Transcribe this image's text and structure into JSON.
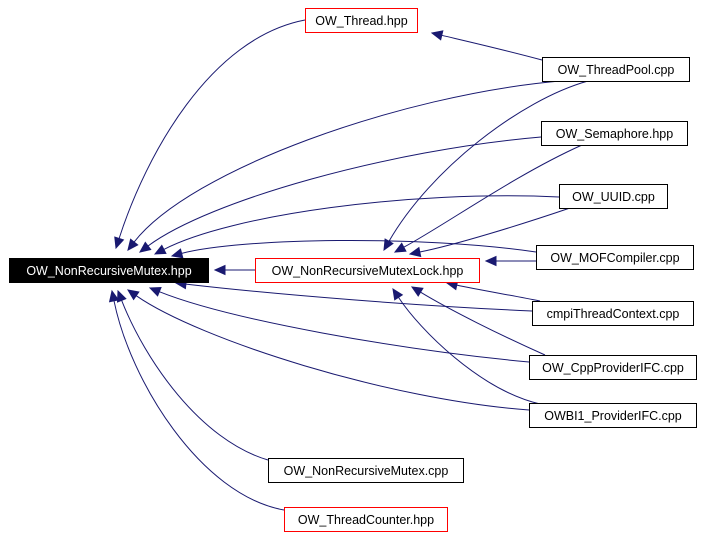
{
  "colors": {
    "edge": "#191970",
    "border_default": "#000000",
    "border_missing": "#ff0000",
    "fill_focus": "#000000",
    "text_focus": "#ffffff",
    "text_default": "#000000"
  },
  "nodes": [
    {
      "id": "nrm_hpp",
      "label": "OW_NonRecursiveMutex.hpp",
      "style": "focus"
    },
    {
      "id": "thread_hpp",
      "label": "OW_Thread.hpp",
      "style": "missing"
    },
    {
      "id": "nrmlock_hpp",
      "label": "OW_NonRecursiveMutexLock.hpp",
      "style": "missing"
    },
    {
      "id": "threadpool_cpp",
      "label": "OW_ThreadPool.cpp",
      "style": "default"
    },
    {
      "id": "semaphore_hpp",
      "label": "OW_Semaphore.hpp",
      "style": "default"
    },
    {
      "id": "uuid_cpp",
      "label": "OW_UUID.cpp",
      "style": "default"
    },
    {
      "id": "mofcompiler_cpp",
      "label": "OW_MOFCompiler.cpp",
      "style": "default"
    },
    {
      "id": "cmpithreadcontext_cpp",
      "label": "cmpiThreadContext.cpp",
      "style": "default"
    },
    {
      "id": "cppprovider_cpp",
      "label": "OW_CppProviderIFC.cpp",
      "style": "default"
    },
    {
      "id": "owbi1provider_cpp",
      "label": "OWBI1_ProviderIFC.cpp",
      "style": "default"
    },
    {
      "id": "nrm_cpp",
      "label": "OW_NonRecursiveMutex.cpp",
      "style": "default"
    },
    {
      "id": "threadcounter_hpp",
      "label": "OW_ThreadCounter.hpp",
      "style": "missing"
    }
  ],
  "edges": [
    {
      "from": "thread_hpp",
      "to": "nrm_hpp"
    },
    {
      "from": "threadpool_cpp",
      "to": "thread_hpp"
    },
    {
      "from": "threadpool_cpp",
      "to": "nrm_hpp"
    },
    {
      "from": "threadpool_cpp",
      "to": "nrmlock_hpp"
    },
    {
      "from": "semaphore_hpp",
      "to": "nrm_hpp"
    },
    {
      "from": "semaphore_hpp",
      "to": "nrmlock_hpp"
    },
    {
      "from": "uuid_cpp",
      "to": "nrm_hpp"
    },
    {
      "from": "uuid_cpp",
      "to": "nrmlock_hpp"
    },
    {
      "from": "mofcompiler_cpp",
      "to": "nrm_hpp"
    },
    {
      "from": "mofcompiler_cpp",
      "to": "nrmlock_hpp"
    },
    {
      "from": "nrmlock_hpp",
      "to": "nrm_hpp"
    },
    {
      "from": "cmpithreadcontext_cpp",
      "to": "nrm_hpp"
    },
    {
      "from": "cmpithreadcontext_cpp",
      "to": "nrmlock_hpp"
    },
    {
      "from": "cppprovider_cpp",
      "to": "nrm_hpp"
    },
    {
      "from": "cppprovider_cpp",
      "to": "nrmlock_hpp"
    },
    {
      "from": "owbi1provider_cpp",
      "to": "nrm_hpp"
    },
    {
      "from": "owbi1provider_cpp",
      "to": "nrmlock_hpp"
    },
    {
      "from": "nrm_cpp",
      "to": "nrm_hpp"
    },
    {
      "from": "threadcounter_hpp",
      "to": "nrm_hpp"
    }
  ]
}
